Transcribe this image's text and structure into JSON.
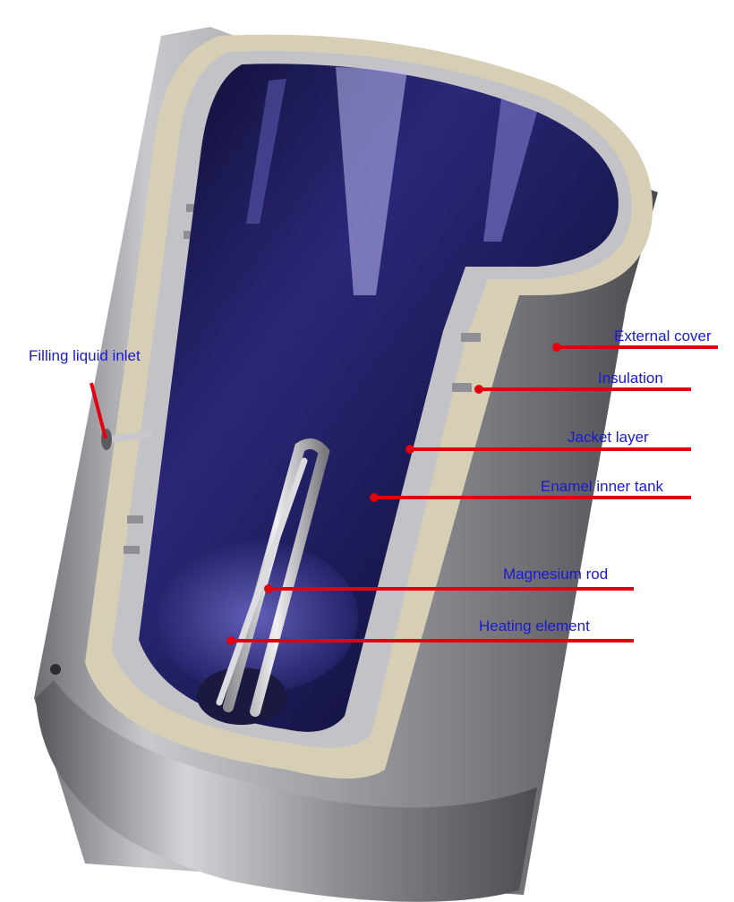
{
  "colors": {
    "label_text": "#1a1ad0",
    "leader_line": "#e3000f",
    "outer_shell": "#9a9a9e",
    "insulation": "#d9d2bc",
    "jacket": "#b9b9bd",
    "inner_tank": "#1a1850"
  },
  "labels": [
    {
      "id": "filling-liquid-inlet",
      "text": "Filling liquid inlet"
    },
    {
      "id": "external-cover",
      "text": "External cover"
    },
    {
      "id": "insulation",
      "text": "Insulation"
    },
    {
      "id": "jacket-layer",
      "text": "Jacket layer"
    },
    {
      "id": "enamel-inner-tank",
      "text": "Enamel inner tank"
    },
    {
      "id": "magnesium-rod",
      "text": "Magnesium rod"
    },
    {
      "id": "heating-element",
      "text": "Heating element"
    }
  ]
}
